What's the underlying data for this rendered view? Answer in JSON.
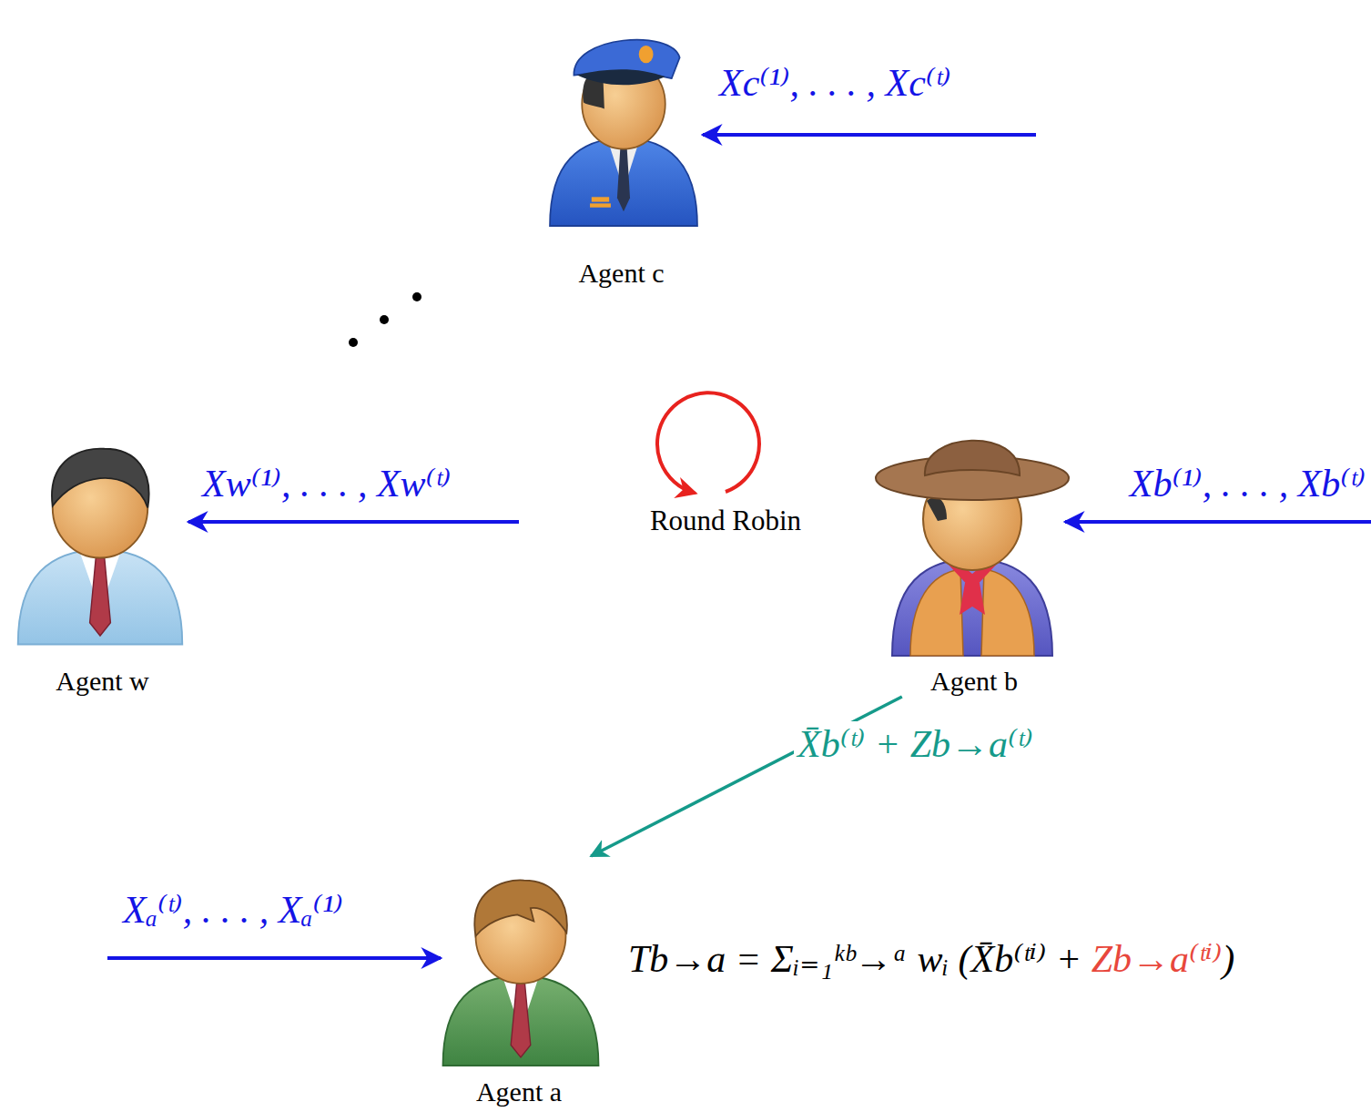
{
  "diagram": {
    "nodes": [
      {
        "text": [
          "Agent c"
        ]
      },
      {
        "text": [
          "Agent w"
        ]
      },
      {
        "text": [
          "Agent b"
        ]
      },
      {
        "text": [
          "Agent a"
        ]
      }
    ],
    "edges": [
      {
        "from": 2,
        "to": 3,
        "arrow": "to",
        "label": "X̄b⁽ᵗ⁾ + Zb→a⁽ᵗ⁾"
      }
    ],
    "labels": [
      "Xc⁽¹⁾, . . . , Xc⁽ᵗ⁾",
      "Round Robin",
      "Xw⁽¹⁾, . . . , Xw⁽ᵗ⁾",
      "Xb⁽¹⁾, . . . , Xb⁽ᵗ⁾",
      "Xₐ⁽ᵗ⁾, . . . , Xₐ⁽¹⁾",
      "Tb→a = Σᵢ₌₁ᵏᵇ→ᵃ wᵢ (X̄b⁽ᵗⁱ⁾ +",
      "Zb→a⁽ᵗⁱ⁾",
      ")"
    ]
  }
}
